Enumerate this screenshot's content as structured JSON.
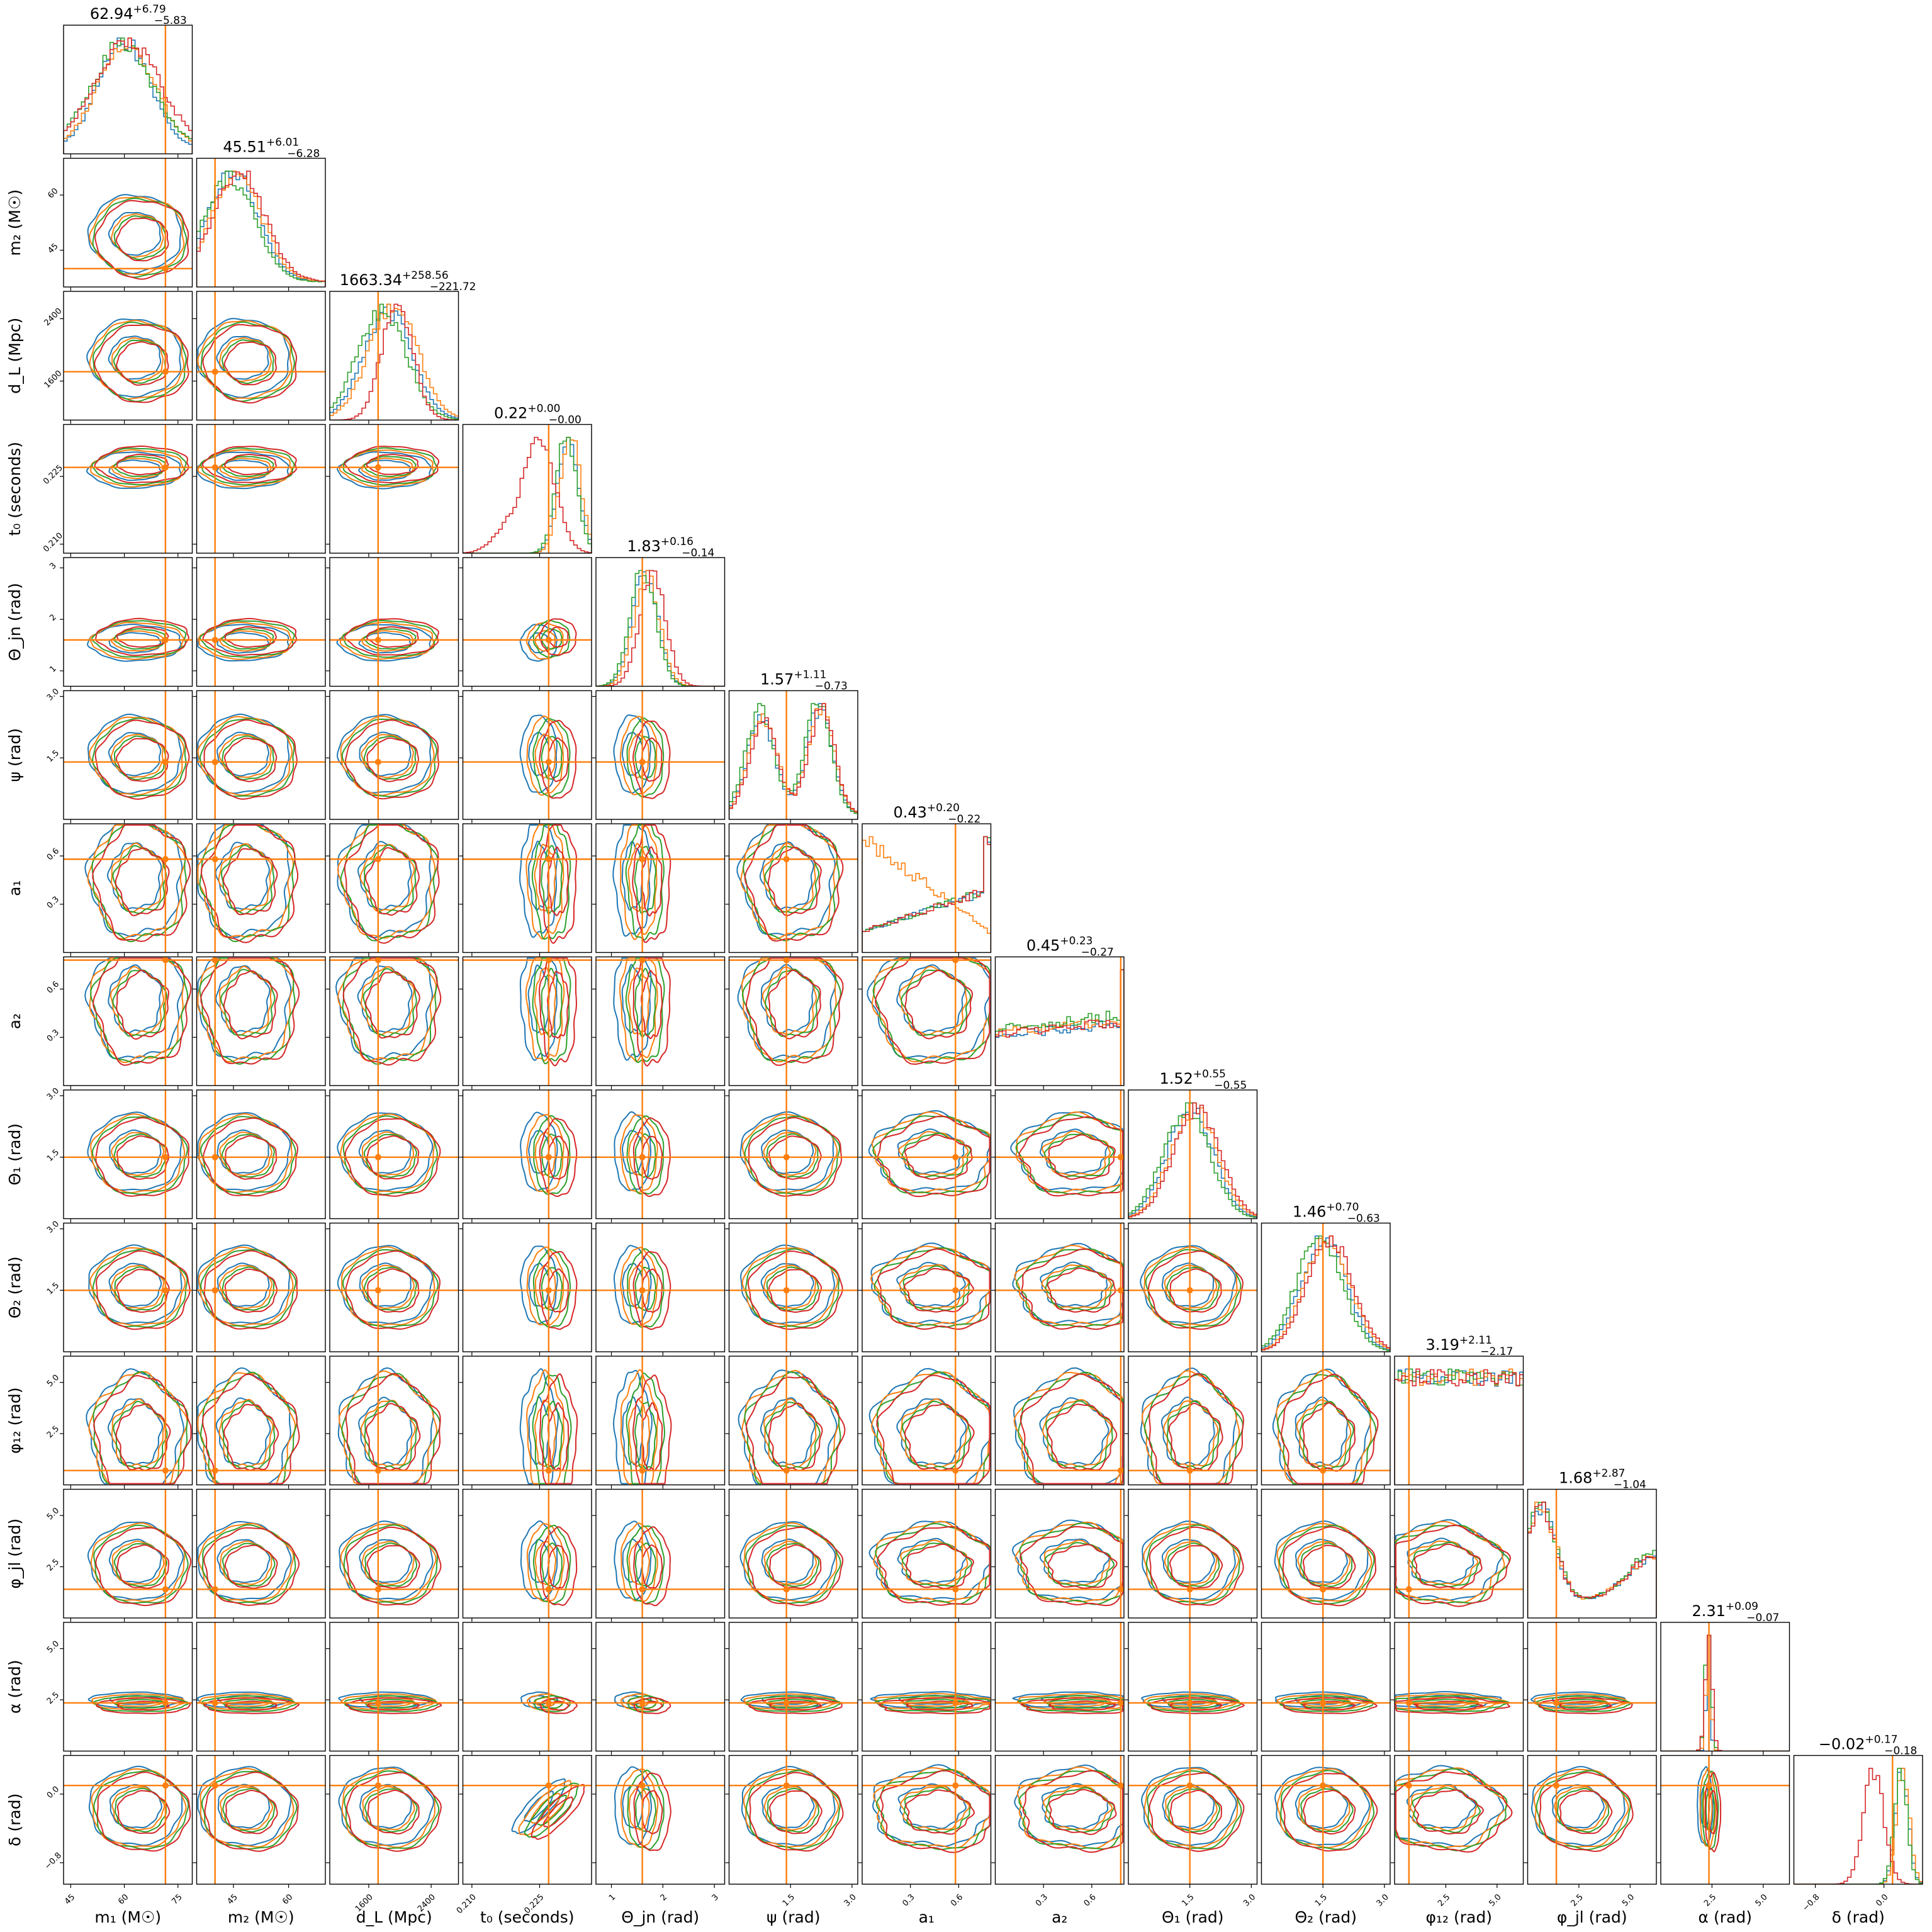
{
  "chart_data": {
    "type": "corner",
    "colors": [
      "#1f77b4",
      "#ff7f0e",
      "#2ca02c",
      "#d62728"
    ],
    "truth_color": "#ff7f0e",
    "parameters": [
      {
        "label": "m₁ (M☉)",
        "title_value": "62.94",
        "title_plus": "+6.79",
        "title_minus": "−5.83",
        "range": [
          43,
          79
        ],
        "truth": 71.5,
        "ticks": [
          "45",
          "60",
          "75"
        ],
        "tick_values": [
          45,
          60,
          75
        ],
        "hist_shape": "skew_peak"
      },
      {
        "label": "m₂ (M☉)",
        "title_value": "45.51",
        "title_plus": "+6.01",
        "title_minus": "−6.28",
        "range": [
          35,
          70
        ],
        "truth": 40.0,
        "ticks": [
          "45",
          "60"
        ],
        "tick_values": [
          45,
          60
        ],
        "hist_shape": "broad"
      },
      {
        "label": "d_L (Mpc)",
        "title_value": "1663.34",
        "title_plus": "+258.56",
        "title_minus": "−221.72",
        "range": [
          1100,
          2750
        ],
        "truth": 1720,
        "ticks": [
          "1600",
          "2400"
        ],
        "tick_values": [
          1600,
          2400
        ],
        "hist_shape": "peak"
      },
      {
        "label": "t₀ (seconds)",
        "title_value": "0.22",
        "title_plus": "+0.00",
        "title_minus": "−0.00",
        "range": [
          0.208,
          0.2365
        ],
        "truth": 0.227,
        "ticks": [
          "0.210",
          "0.225"
        ],
        "tick_values": [
          0.21,
          0.225
        ],
        "hist_shape": "narrow_right"
      },
      {
        "label": "Θ_jn (rad)",
        "title_value": "1.83",
        "title_plus": "+0.16",
        "title_minus": "−0.14",
        "range": [
          0.7,
          3.2
        ],
        "truth": 1.6,
        "ticks": [
          "1",
          "2",
          "3"
        ],
        "tick_values": [
          1,
          2,
          3
        ],
        "hist_shape": "narrow"
      },
      {
        "label": "ψ (rad)",
        "title_value": "1.57",
        "title_plus": "+1.11",
        "title_minus": "−0.73",
        "range": [
          0.0,
          3.14
        ],
        "truth": 1.4,
        "ticks": [
          "1.5",
          "3.0"
        ],
        "tick_values": [
          1.5,
          3.0
        ],
        "hist_shape": "bimodal"
      },
      {
        "label": "a₁",
        "title_value": "0.43",
        "title_plus": "+0.20",
        "title_minus": "−0.22",
        "range": [
          0.0,
          0.8
        ],
        "truth": 0.58,
        "ticks": [
          "0.3",
          "0.6"
        ],
        "tick_values": [
          0.3,
          0.6
        ],
        "hist_shape": "rising"
      },
      {
        "label": "a₂",
        "title_value": "0.45",
        "title_plus": "+0.23",
        "title_minus": "−0.27",
        "range": [
          0.0,
          0.8
        ],
        "truth": 0.78,
        "ticks": [
          "0.3",
          "0.6"
        ],
        "tick_values": [
          0.3,
          0.6
        ],
        "hist_shape": "flat_rising"
      },
      {
        "label": "Θ₁ (rad)",
        "title_value": "1.52",
        "title_plus": "+0.55",
        "title_minus": "−0.55",
        "range": [
          0.0,
          3.14
        ],
        "truth": 1.5,
        "ticks": [
          "1.5",
          "3.0"
        ],
        "tick_values": [
          1.5,
          3.0
        ],
        "hist_shape": "triangle"
      },
      {
        "label": "Θ₂ (rad)",
        "title_value": "1.46",
        "title_plus": "+0.70",
        "title_minus": "−0.63",
        "range": [
          0.0,
          3.14
        ],
        "truth": 1.5,
        "ticks": [
          "1.5",
          "3.0"
        ],
        "tick_values": [
          1.5,
          3.0
        ],
        "hist_shape": "triangle"
      },
      {
        "label": "φ₁₂ (rad)",
        "title_value": "3.19",
        "title_plus": "+2.11",
        "title_minus": "−2.17",
        "range": [
          0.0,
          6.28
        ],
        "truth": 0.7,
        "ticks": [
          "2.5",
          "5.0"
        ],
        "tick_values": [
          2.5,
          5.0
        ],
        "hist_shape": "flat"
      },
      {
        "label": "φ_jl (rad)",
        "title_value": "1.68",
        "title_plus": "+2.87",
        "title_minus": "−1.04",
        "range": [
          0.0,
          6.28
        ],
        "truth": 1.4,
        "ticks": [
          "2.5",
          "5.0"
        ],
        "tick_values": [
          2.5,
          5.0
        ],
        "hist_shape": "u_shape"
      },
      {
        "label": "α (rad)",
        "title_value": "2.31",
        "title_plus": "+0.09",
        "title_minus": "−0.07",
        "range": [
          0.0,
          6.28
        ],
        "truth": 2.35,
        "ticks": [
          "2.5",
          "5.0"
        ],
        "tick_values": [
          2.5,
          5.0
        ],
        "hist_shape": "spike"
      },
      {
        "label": "δ (rad)",
        "title_value": "−0.02",
        "title_plus": "+0.17",
        "title_minus": "−0.18",
        "range": [
          -1.05,
          0.45
        ],
        "truth": 0.1,
        "ticks": [
          "−0.8",
          "0.0"
        ],
        "tick_values": [
          -0.8,
          0.0
        ],
        "hist_shape": "double_peak"
      }
    ]
  }
}
